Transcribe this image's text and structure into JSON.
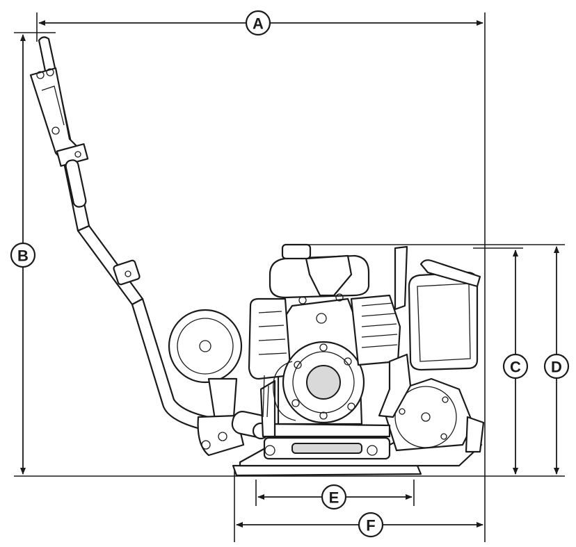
{
  "callouts": {
    "A": "A",
    "B": "B",
    "C": "C",
    "D": "D",
    "E": "E",
    "F": "F"
  },
  "colors": {
    "ink": "#1a1a1a",
    "background": "#ffffff"
  }
}
